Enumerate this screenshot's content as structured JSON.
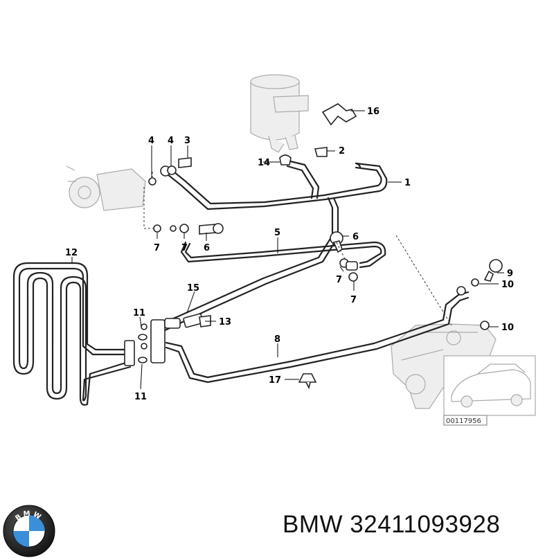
{
  "brand": {
    "name": "BMW",
    "part_number": "32411093928",
    "logo_text": "BMW"
  },
  "diagram": {
    "inset_code": "00117956",
    "callouts": {
      "c1": "1",
      "c2": "2",
      "c3": "3",
      "c4a": "4",
      "c4b": "4",
      "c5": "5",
      "c6a": "6",
      "c6b": "6",
      "c7a": "7",
      "c7b": "7",
      "c7c": "7",
      "c7d": "7",
      "c8": "8",
      "c9": "9",
      "c10a": "10",
      "c10b": "10",
      "c11a": "11",
      "c11b": "11",
      "c12": "12",
      "c13": "13",
      "c14": "14",
      "c15": "15",
      "c16": "16",
      "c17": "17"
    }
  }
}
